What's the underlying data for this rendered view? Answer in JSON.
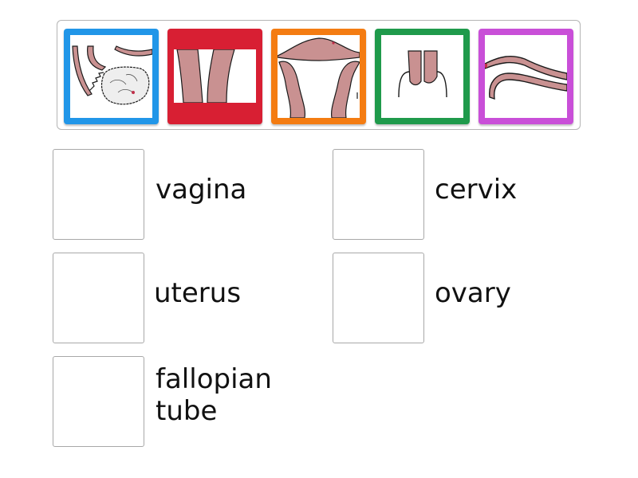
{
  "tray": {
    "tiles": [
      {
        "id": "tile-1",
        "color": "#2196e8",
        "depicts": "ovary-illustration"
      },
      {
        "id": "tile-2",
        "color": "#d81f33",
        "depicts": "vagina-illustration"
      },
      {
        "id": "tile-3",
        "color": "#f47c12",
        "depicts": "uterus-illustration"
      },
      {
        "id": "tile-4",
        "color": "#1f9a4b",
        "depicts": "cervix-illustration"
      },
      {
        "id": "tile-5",
        "color": "#c94fd8",
        "depicts": "fallopian-tube-illustration"
      }
    ]
  },
  "targets": [
    {
      "label": "vagina"
    },
    {
      "label": "cervix"
    },
    {
      "label": "uterus"
    },
    {
      "label": "ovary"
    },
    {
      "label_line1": "fallopian",
      "label_line2": "tube"
    }
  ],
  "colors": {
    "tissue": "#c99191",
    "outline": "#1a1a1a"
  }
}
